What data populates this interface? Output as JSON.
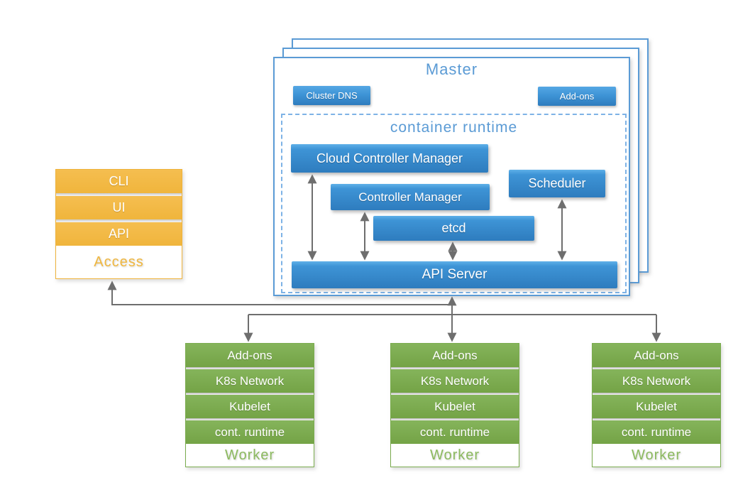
{
  "master": {
    "title": "Master",
    "cluster_dns_label": "Cluster DNS",
    "addons_label": "Add-ons",
    "container_runtime": {
      "title": "container runtime",
      "cloud_controller_manager": "Cloud Controller Manager",
      "controller_manager": "Controller Manager",
      "etcd": "etcd",
      "scheduler": "Scheduler",
      "api_server": "API Server"
    }
  },
  "access": {
    "title": "Access",
    "items": [
      "CLI",
      "UI",
      "API"
    ]
  },
  "workers": [
    {
      "title": "Worker",
      "items": [
        "Add-ons",
        "K8s Network",
        "Kubelet",
        "cont. runtime"
      ]
    },
    {
      "title": "Worker",
      "items": [
        "Add-ons",
        "K8s Network",
        "Kubelet",
        "cont. runtime"
      ]
    },
    {
      "title": "Worker",
      "items": [
        "Add-ons",
        "K8s Network",
        "Kubelet",
        "cont. runtime"
      ]
    }
  ],
  "colors": {
    "component_blue_top": "#4DA2E4",
    "component_blue_bottom": "#2E7CBE",
    "master_border_blue": "#5B9BD5",
    "runtime_dashed_blue": "#7EB3E6",
    "title_text_blue": "#5B9BD5",
    "access_orange": "#F0B73F",
    "worker_green": "#7AAB4E",
    "worker_label_green": "#8CBA5F",
    "connector_gray": "#6E6E6E"
  }
}
